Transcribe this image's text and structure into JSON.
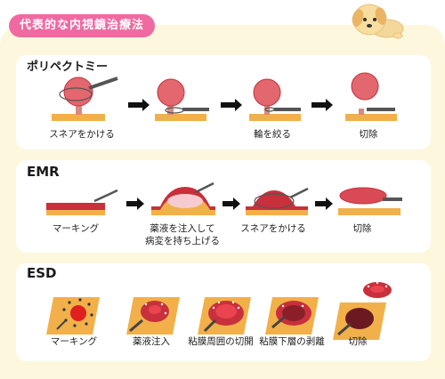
{
  "header": {
    "title": "代表的な内視鏡治療法"
  },
  "colors": {
    "accent_pink": "#f06aa1",
    "background_cream": "#fdf8dd",
    "tissue_red": "#c8303c",
    "base_orange": "#f2b04a",
    "instrument_gray": "#555555"
  },
  "sections": [
    {
      "title": "ポリペクトミー",
      "steps": [
        "スネアをかける",
        "",
        "輪を絞る",
        "切除"
      ]
    },
    {
      "title": "EMR",
      "steps": [
        "マーキング",
        "薬液を注入して",
        "病変を持ち上げる",
        "スネアをかける",
        "切除"
      ]
    },
    {
      "title": "ESD",
      "steps": [
        "マーキング",
        "薬液注入",
        "粘膜周囲の切開",
        "粘膜下層の剥離",
        "切除"
      ]
    }
  ],
  "icons": {
    "mascot": "dog-mascot-icon",
    "arrow": "right-arrow-icon"
  }
}
